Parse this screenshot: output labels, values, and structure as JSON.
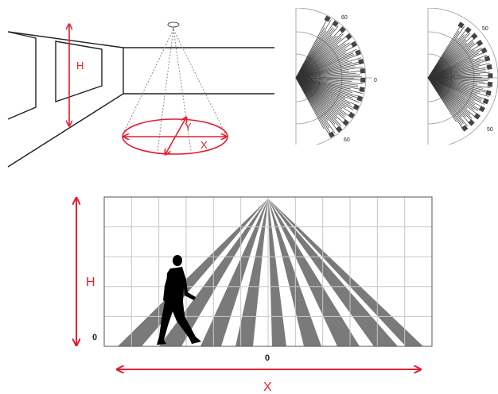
{
  "colors": {
    "accent": "#e0202f",
    "line": "#222222",
    "beam": "#7a7a7a",
    "grid": "#c8c8c8",
    "figure": "#000000"
  },
  "room": {
    "height_label": "H",
    "cone_y_label": "Y",
    "cone_x_label": "X"
  },
  "polar_left": {
    "top_label": "60",
    "mid_label": "0",
    "bottom_label": "60"
  },
  "polar_right": {
    "top_label": "50",
    "bottom_label": "50"
  },
  "beam_chart": {
    "height_label": "H",
    "width_label": "X",
    "origin_label": "0",
    "center_label": "0"
  }
}
